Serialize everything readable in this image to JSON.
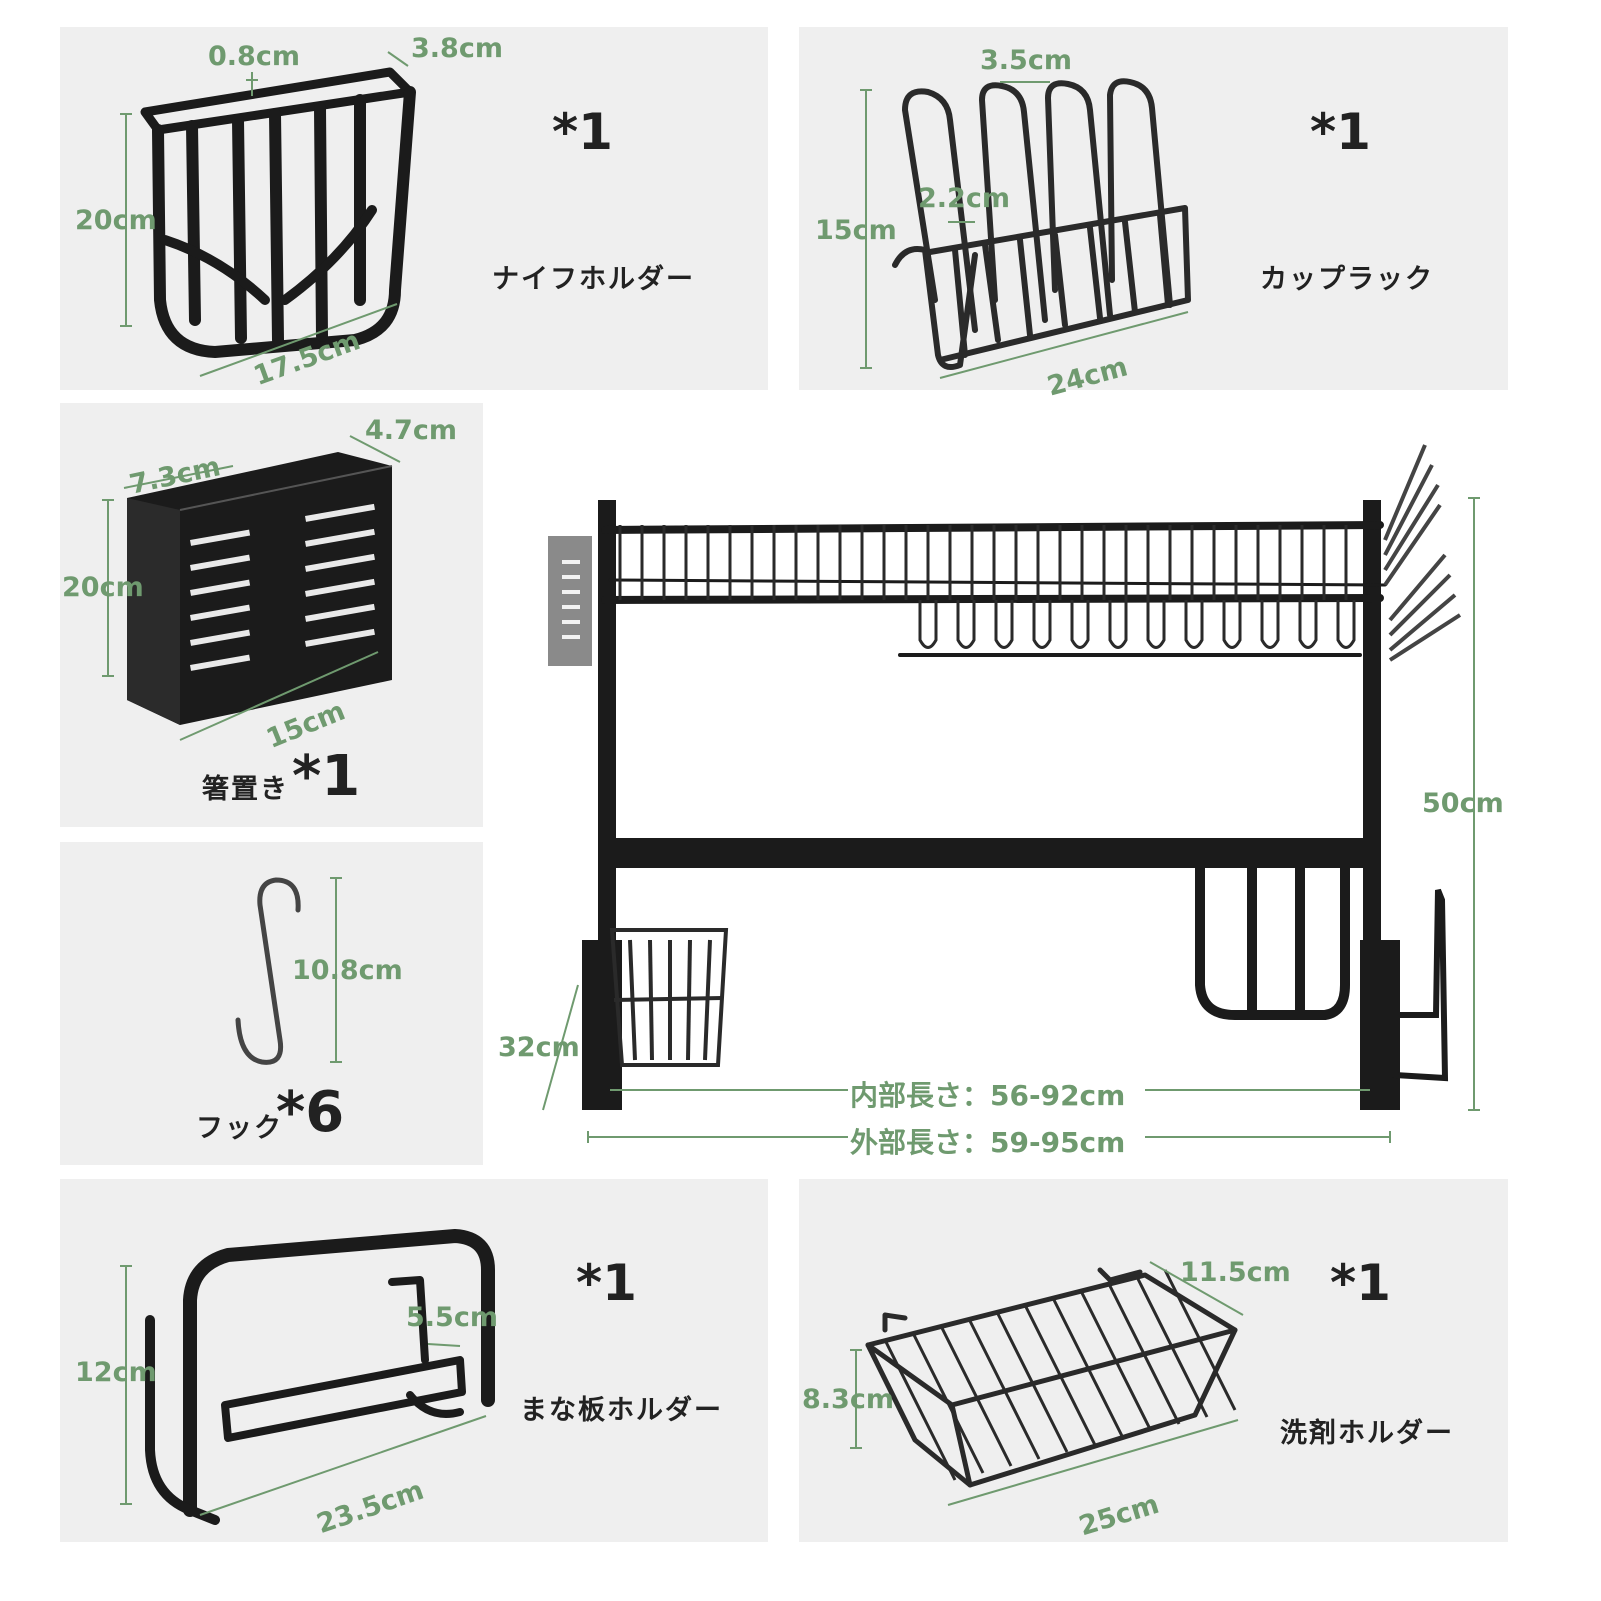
{
  "colors": {
    "panel": "#efefef",
    "accent": "#6f9a6f",
    "product": "#1b1b1b"
  },
  "knife_holder": {
    "name": "ナイフホルダー",
    "qty": "*1",
    "d_slot": "0.8cm",
    "d_depth": "3.8cm",
    "d_height": "20cm",
    "d_width": "17.5cm"
  },
  "cup_rack": {
    "name": "カップラック",
    "qty": "*1",
    "d_gap": "3.5cm",
    "d_inner": "2.2cm",
    "d_height": "15cm",
    "d_width": "24cm"
  },
  "chopstick_holder": {
    "name": "箸置き",
    "qty": "*1",
    "d_left": "7.3cm",
    "d_depth": "4.7cm",
    "d_height": "20cm",
    "d_width": "15cm"
  },
  "hook": {
    "name": "フック",
    "qty": "*6",
    "d_height": "10.8cm"
  },
  "main_rack": {
    "d_height": "50cm",
    "d_depth": "32cm",
    "inner_length": "内部長さ：56-92cm",
    "outer_length": "外部長さ：59-95cm"
  },
  "board_holder": {
    "name": "まな板ホルダー",
    "qty": "*1",
    "d_height": "12cm",
    "d_depth": "5.5cm",
    "d_width": "23.5cm"
  },
  "detergent_holder": {
    "name": "洗剤ホルダー",
    "qty": "*1",
    "d_depth": "11.5cm",
    "d_height": "8.3cm",
    "d_width": "25cm"
  }
}
